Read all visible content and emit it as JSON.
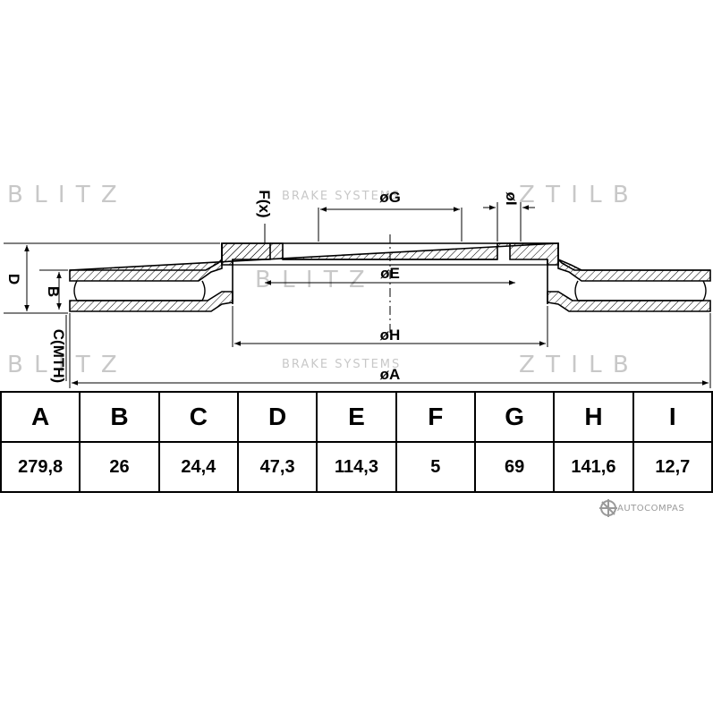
{
  "watermark": {
    "brand": "B L I T Z",
    "brand_mirrored": "Z T I L B",
    "tagline": "BRAKE SYSTEMS"
  },
  "drawing": {
    "labels": {
      "A": "øA",
      "B": "B",
      "C": "C(MTH)",
      "D": "D",
      "E": "øE",
      "F": "F(x)",
      "G": "øG",
      "H": "øH",
      "I": "øI"
    }
  },
  "spec_table": {
    "headers": [
      "A",
      "B",
      "C",
      "D",
      "E",
      "F",
      "G",
      "H",
      "I"
    ],
    "values": [
      "279,8",
      "26",
      "24,4",
      "47,3",
      "114,3",
      "5",
      "69",
      "141,6",
      "12,7"
    ]
  },
  "brand_logo": {
    "text": "AUTOCOMPAS"
  }
}
